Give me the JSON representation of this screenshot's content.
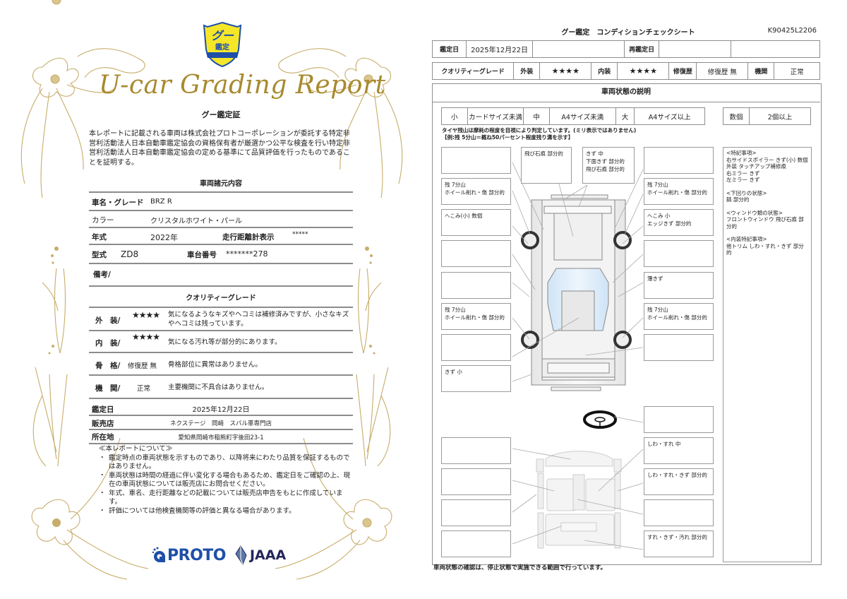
{
  "certificate": {
    "badge": {
      "line1": "グー",
      "line2": "鑑定"
    },
    "script_title": "U-car Grading Report",
    "heading": "グー鑑定証",
    "intro": "本レポートに記載される車両は株式会社プロトコーポレーションが委託する特定非営利活動法人日本自動車鑑定協会の資格保有者が厳選かつ公平な検査を行い特定非営利活動法人日本自動車鑑定協会の定める基準にて品質評価を行ったものであることを証明する。",
    "specs": {
      "title": "車両諸元内容",
      "name_label": "車名・グレード",
      "name_value": "BRZ R",
      "color_label": "カラー",
      "color_value": "クリスタルホワイト・パール",
      "year_label": "年式",
      "year_value": "2022年",
      "odometer_label": "走行距離計表示",
      "odometer_value": "*****",
      "model_label": "型式",
      "model_value": "ZD8",
      "chassis_label": "車台番号",
      "chassis_value": "*******278",
      "remarks_label": "備考/"
    },
    "quality": {
      "title": "クオリティーグレード",
      "rows": [
        {
          "label": "外　装/",
          "grade": "★★★★",
          "desc": "気になるようなキズやヘコミは補修済みですが、小さなキズやヘコミは残っています。"
        },
        {
          "label": "内　装/",
          "grade": "★★★★",
          "desc": "気になる汚れ等が部分的にあります。"
        },
        {
          "label": "骨　格/",
          "grade": "修復歴 無",
          "desc": "骨格部位に異常はありません。"
        },
        {
          "label": "機　関/",
          "grade": "正常",
          "desc": "主要機関に不具合はありません。"
        }
      ]
    },
    "inspection_date_label": "鑑定日",
    "inspection_date": "2025年12月22日",
    "dealer_label": "販売店",
    "dealer": "ネクステージ　岡崎　スバル車専門店",
    "address_label": "所在地",
    "address": "愛知県岡崎市稲熊町字後田23-1",
    "about_title": "≪本レポートについて≫",
    "about_items": [
      "鑑定時点の車両状態を示すものであり、以降将来にわたり品質を保証するものではありません。",
      "車両状態は時間の経過に伴い変化する場合もあるため、鑑定日をご確認の上、現在の車両状態については販売店にお問合せください。",
      "年式、車名、走行距離などの記載については販売店申告をもとに作成しています。",
      "評価については他検査機関等の評価と異なる場合があります。"
    ],
    "logos": {
      "proto": "PROTO",
      "jaaa": "JAAA"
    },
    "colors": {
      "gold": "#a8892e",
      "badge_yellow": "#f5e62a",
      "badge_blue": "#1e4fa8"
    }
  },
  "sheet": {
    "title": "グー鑑定　コンディションチェックシート",
    "id": "K90425L2206",
    "date_row": {
      "date_label": "鑑定日",
      "date_value": "2025年12月22日",
      "reinspect_label": "再鑑定日",
      "reinspect_value": ""
    },
    "grade_row": {
      "label": "クオリティーグレード",
      "exterior_label": "外装",
      "exterior_value": "★★★★",
      "interior_label": "内装",
      "interior_value": "★★★★",
      "repair_label": "修復歴",
      "repair_value": "修復歴 無",
      "engine_label": "機関",
      "engine_value": "正常"
    },
    "legend_title": "車両状態の説明",
    "size_legend": [
      {
        "key": "小",
        "desc": "カードサイズ未満"
      },
      {
        "key": "中",
        "desc": "A4サイズ未満"
      },
      {
        "key": "大",
        "desc": "A4サイズ以上"
      }
    ],
    "count_legend": {
      "key": "数個",
      "desc": "2個以上"
    },
    "tire_note_1": "タイヤ残山は摩耗の程度を目視により判定しています。(ミリ表示ではありません)",
    "tire_note_2": "【例:残 5分山＝概ね50パーセント程度残り溝を示す】",
    "exterior_boxes": {
      "l1": "",
      "l2": "残 7分山\nホイール削れ・傷 部分的",
      "l3": "へこみ(小) 数個",
      "l4": "",
      "l5": "",
      "l6": "残 7分山\nホイール削れ・傷 部分的",
      "l7": "",
      "l8": "きず 小",
      "top1": "飛び石痕 部分的",
      "top2": "きず 中\n下面きず 部分的\n飛び石痕 部分的",
      "r1": "",
      "r2": "残 7分山\nホイール削れ・傷 部分的",
      "r3": "へこみ 小\nエッジきず 部分的",
      "r4": "",
      "r5": "薄きず",
      "r6": "残 7分山\nホイール削れ・傷 部分的",
      "r7": ""
    },
    "interior_boxes": {
      "steering": "",
      "l1": "",
      "l2": "",
      "l3": "",
      "l4": "",
      "r1": "しわ・すれ 中",
      "r2": "しわ・すれ・きず 部分的",
      "r3": "",
      "r4": "すれ・きず・汚れ 部分的"
    },
    "special_notes": [
      {
        "title": "<特記事項>",
        "lines": [
          "右サイドスポイラー きず(小) 数個",
          "外装 タッチアップ補修痕",
          "右ミラー きず",
          "左ミラー きず"
        ]
      },
      {
        "title": "<下回りの状態>",
        "lines": [
          "錆 部分的"
        ]
      },
      {
        "title": "<ウィンドウ類の状態>",
        "lines": [
          "フロントウィンドウ 飛び石痕 部分的"
        ]
      },
      {
        "title": "<内装特記事項>",
        "lines": [
          "他トリム しわ・すれ・きず 部分的"
        ]
      }
    ],
    "footer": "車両状態の確認は、停止状態で実施できる範囲で行っています。",
    "colors": {
      "border": "#8e8e8e",
      "glass": "#d6e9f8"
    }
  }
}
